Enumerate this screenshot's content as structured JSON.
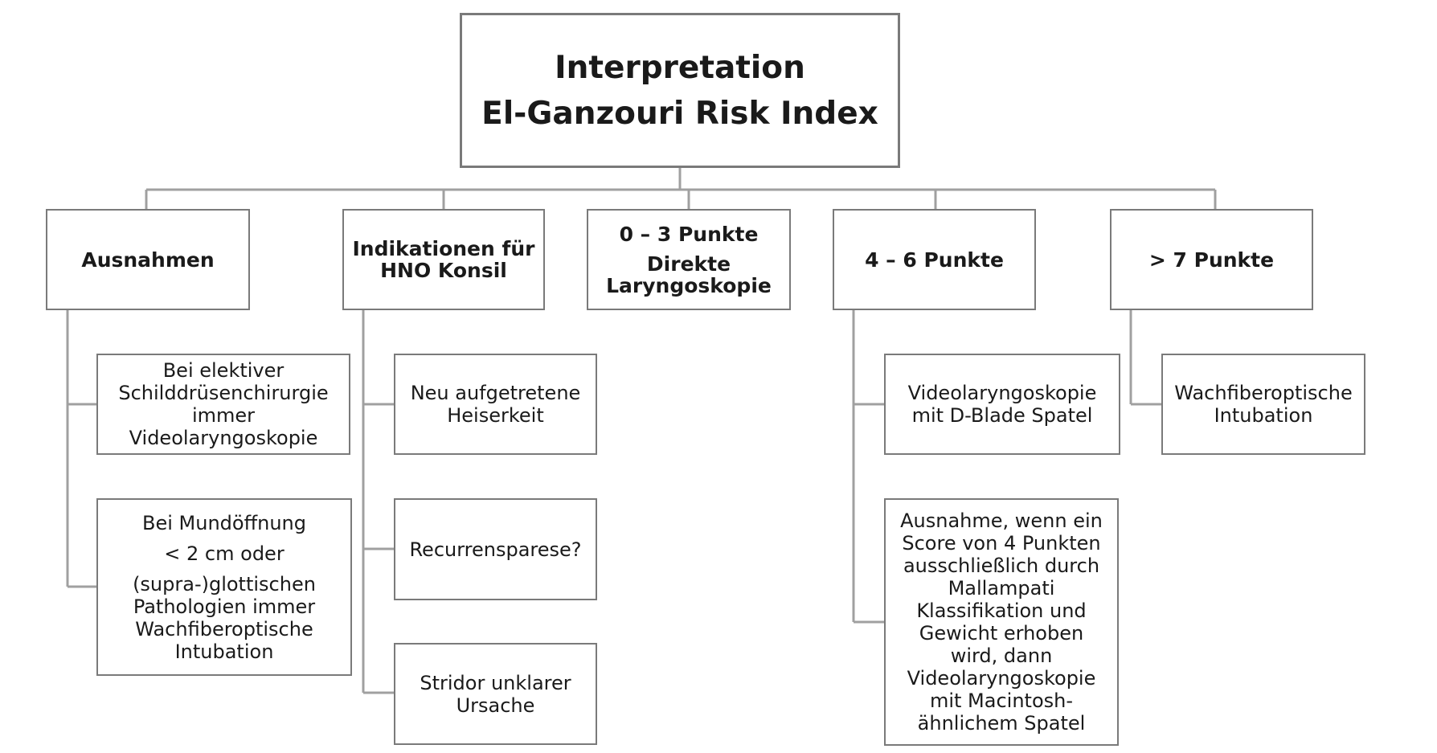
{
  "title": {
    "line1": "Interpretation",
    "line2": "El-Ganzouri Risk Index"
  },
  "categories": {
    "ausnahmen": {
      "label": "Ausnahmen"
    },
    "indikationen": {
      "line1": "Indikationen für",
      "line2": "HNO Konsil"
    },
    "punkte_0_3": {
      "line1": "0 – 3 Punkte",
      "line2": "Direkte",
      "line3": "Laryngoskopie"
    },
    "punkte_4_6": {
      "label": "4 – 6 Punkte"
    },
    "punkte_7": {
      "label": "> 7 Punkte"
    }
  },
  "ausnahmen_items": [
    {
      "lines": [
        "Bei elektiver",
        "Schilddrüsenchirurgie",
        "immer",
        "Videolaryngoskopie"
      ]
    },
    {
      "lines": [
        "Bei Mundöffnung",
        "< 2 cm oder",
        "(supra-)glottischen",
        "Pathologien immer",
        "Wachfiberoptische",
        "Intubation"
      ]
    }
  ],
  "indikationen_items": [
    {
      "lines": [
        "Neu aufgetretene",
        "Heiserkeit"
      ]
    },
    {
      "lines": [
        "Recurrensparese?"
      ]
    },
    {
      "lines": [
        "Stridor unklarer",
        "Ursache"
      ]
    }
  ],
  "punkte_4_6_items": [
    {
      "lines": [
        "Videolaryngoskopie",
        "mit D-Blade Spatel"
      ]
    },
    {
      "lines": [
        "Ausnahme, wenn ein",
        "Score von 4 Punkten",
        "ausschließlich durch",
        "Mallampati",
        "Klassifikation und",
        "Gewicht erhoben",
        "wird, dann",
        "Videolaryngoskopie",
        "mit Macintosh-",
        "ähnlichem Spatel"
      ]
    }
  ],
  "punkte_7_items": [
    {
      "lines": [
        "Wachfiberoptische",
        "Intubation"
      ]
    }
  ]
}
